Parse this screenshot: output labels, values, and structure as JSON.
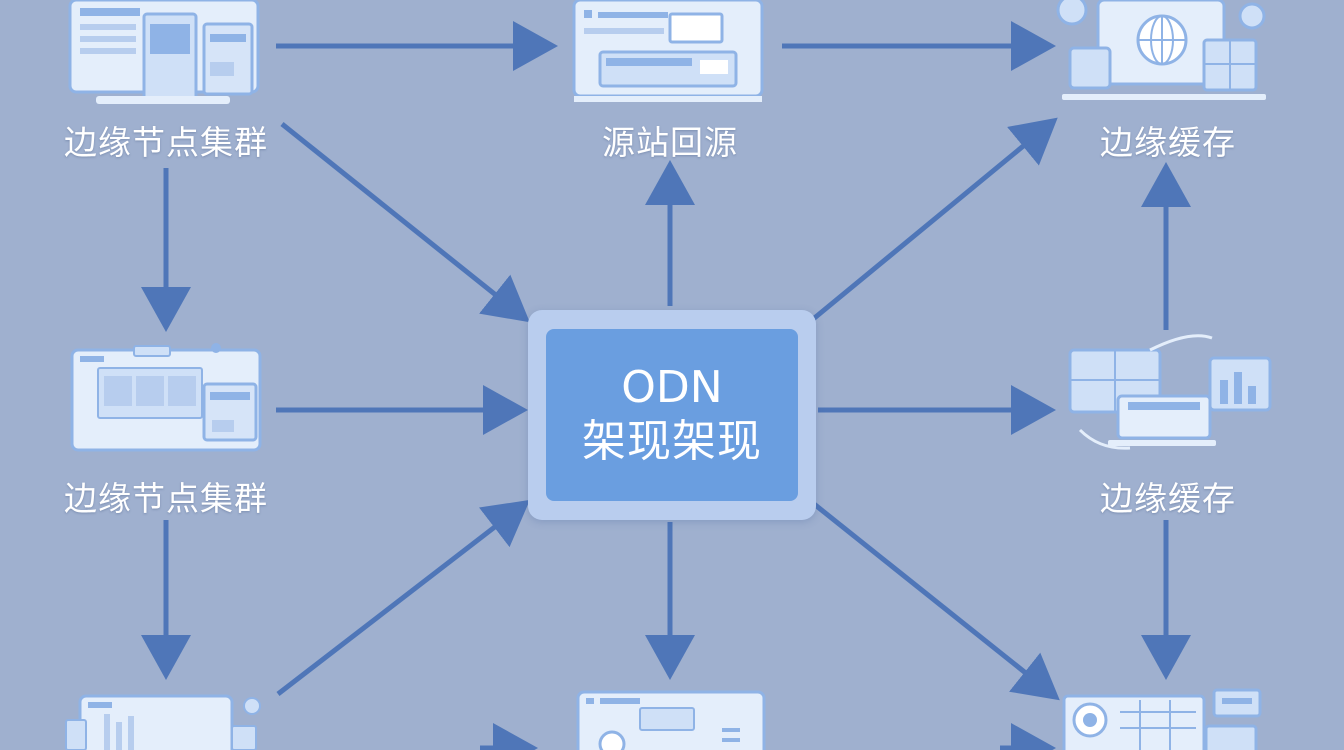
{
  "center": {
    "title": "ODN",
    "subtitle": "架现架现"
  },
  "nodes": [
    {
      "label": "边缘节点集群"
    },
    {
      "label": "源站回源"
    },
    {
      "label": "边缘缓存"
    },
    {
      "label": "边缘节点集群"
    },
    {
      "label": "边缘缓存"
    }
  ],
  "colors": {
    "background": "#9fb0cf",
    "arrow": "#4f76b8",
    "icon_fill": "#e4eefb",
    "icon_accent": "#8fb3e6",
    "center_outer": "#b9cdee",
    "center_inner": "#6a9ee0"
  },
  "icons": [
    "web-server-rack-icon",
    "source-server-icon",
    "globe-cache-icon",
    "dashboard-cluster-icon",
    "database-cache-icon",
    "analytics-dashboard-icon",
    "monitor-window-icon",
    "target-dashboard-icon"
  ]
}
